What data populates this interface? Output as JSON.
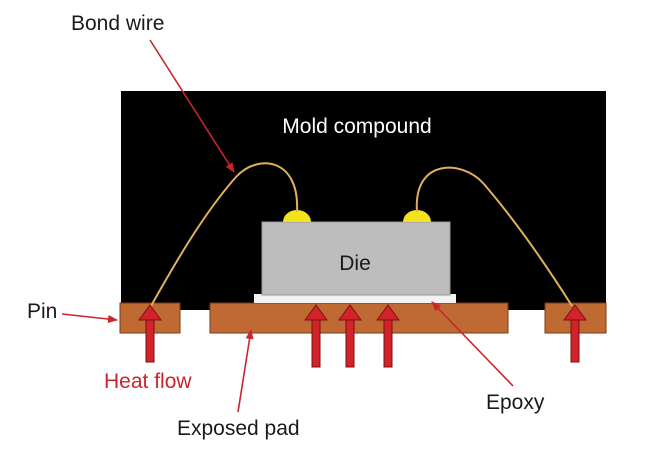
{
  "labels": {
    "bond_wire": "Bond wire",
    "mold_compound": "Mold compound",
    "die": "Die",
    "pin": "Pin",
    "heat_flow": "Heat flow",
    "exposed_pad": "Exposed pad",
    "epoxy": "Epoxy"
  },
  "colors": {
    "mold": "#000000",
    "die": "#bdbdbd",
    "die_border": "#9a9a9a",
    "copper": "#c06a33",
    "copper_border": "#7a3a14",
    "epoxy": "#f2f2f2",
    "wire": "#e0b15a",
    "solder_ball": "#f4e21c",
    "heat_arrow": "#d2232a",
    "heat_arrow_outline": "#7a0f12",
    "leader": "#c8262d",
    "text": "#1a1a1a",
    "heat_text": "#c8262d"
  }
}
